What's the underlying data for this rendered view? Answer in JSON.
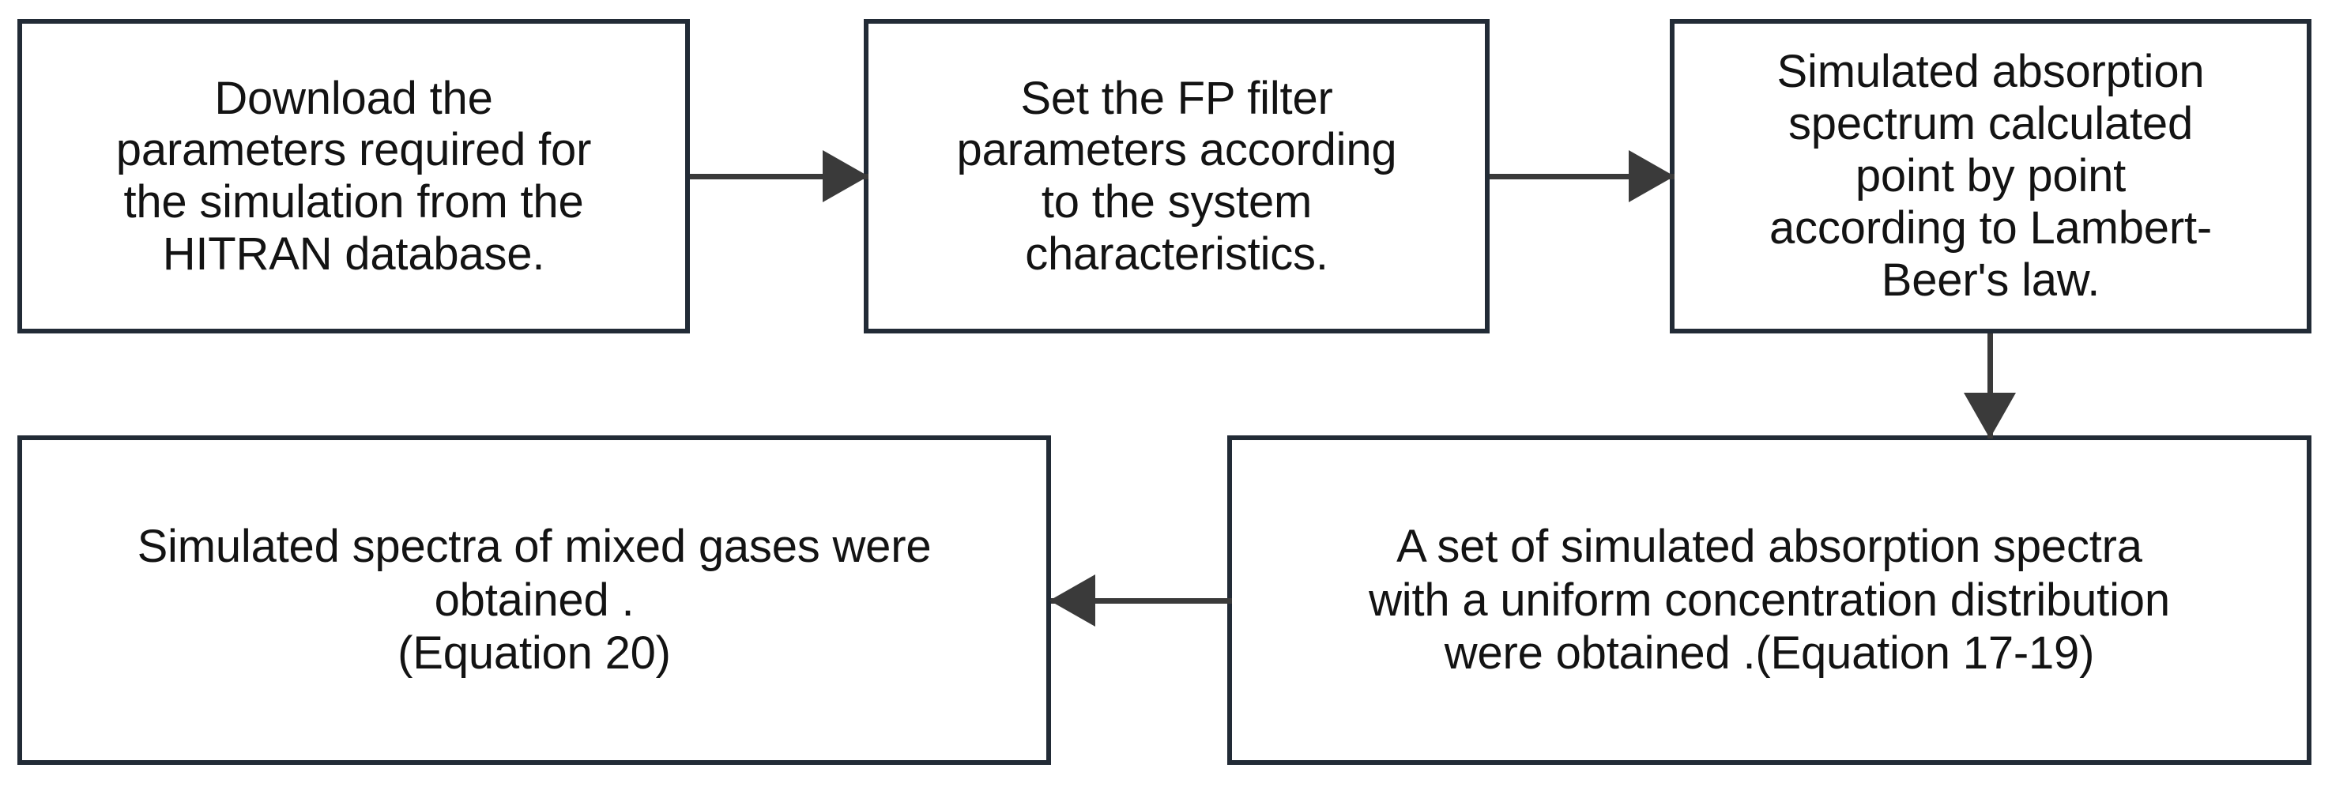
{
  "diagram": {
    "type": "flowchart",
    "orientation": "left-to-right, then wrap",
    "background_color": "#ffffff",
    "box_border_color": "#222b36",
    "arrow_color": "#3a3a3a",
    "text_color": "#131313",
    "nodes": [
      {
        "id": "download",
        "order": 1,
        "text": "Download the\nparameters required for\nthe simulation from the\nHITRAN database."
      },
      {
        "id": "setfilter",
        "order": 2,
        "text": "Set the FP filter\nparameters according\nto the system\ncharacteristics."
      },
      {
        "id": "simabs",
        "order": 3,
        "text": "Simulated absorption\nspectrum calculated\npoint by point\naccording to Lambert-\nBeer's law."
      },
      {
        "id": "uniform",
        "order": 4,
        "text": "A set of simulated absorption spectra\nwith a uniform concentration distribution\nwere obtained .(Equation 17-19)"
      },
      {
        "id": "mixed",
        "order": 5,
        "text": "Simulated spectra of mixed gases were\nobtained .\n(Equation 20)"
      }
    ],
    "edges": [
      {
        "id": "download-to-setfilter",
        "from": "download",
        "to": "setfilter",
        "direction": "right"
      },
      {
        "id": "setfilter-to-simabs",
        "from": "setfilter",
        "to": "simabs",
        "direction": "right"
      },
      {
        "id": "simabs-to-uniform",
        "from": "simabs",
        "to": "uniform",
        "direction": "down"
      },
      {
        "id": "uniform-to-mixed",
        "from": "uniform",
        "to": "mixed",
        "direction": "left"
      }
    ]
  }
}
